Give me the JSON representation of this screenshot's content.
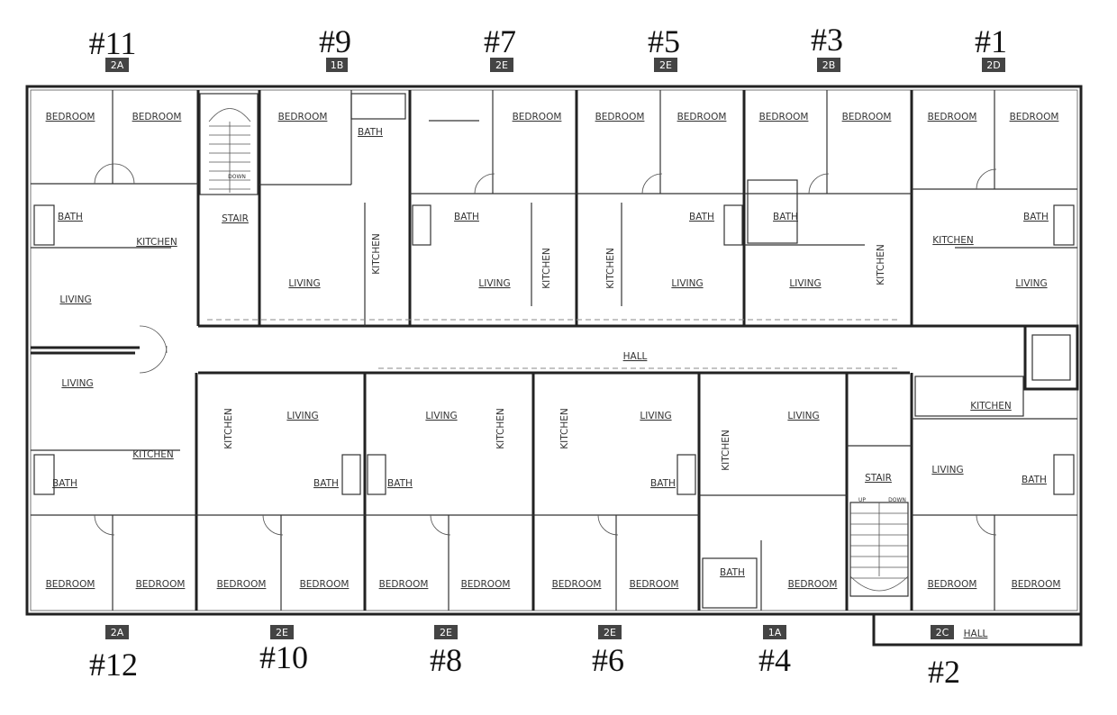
{
  "units": [
    {
      "number": "#11",
      "type": "2A"
    },
    {
      "number": "#9",
      "type": "1B"
    },
    {
      "number": "#7",
      "type": "2E"
    },
    {
      "number": "#5",
      "type": "2E"
    },
    {
      "number": "#3",
      "type": "2B"
    },
    {
      "number": "#1",
      "type": "2D"
    },
    {
      "number": "#12",
      "type": "2A"
    },
    {
      "number": "#10",
      "type": "2E"
    },
    {
      "number": "#8",
      "type": "2E"
    },
    {
      "number": "#6",
      "type": "2E"
    },
    {
      "number": "#4",
      "type": "1A"
    },
    {
      "number": "#2",
      "type": "2C"
    }
  ],
  "rooms": {
    "bedroom": "BEDROOM",
    "bath": "BATH",
    "kitchen": "KITCHEN",
    "living": "LIVING",
    "stair": "STAIR",
    "hall": "HALL",
    "down": "DOWN",
    "up": "UP"
  }
}
